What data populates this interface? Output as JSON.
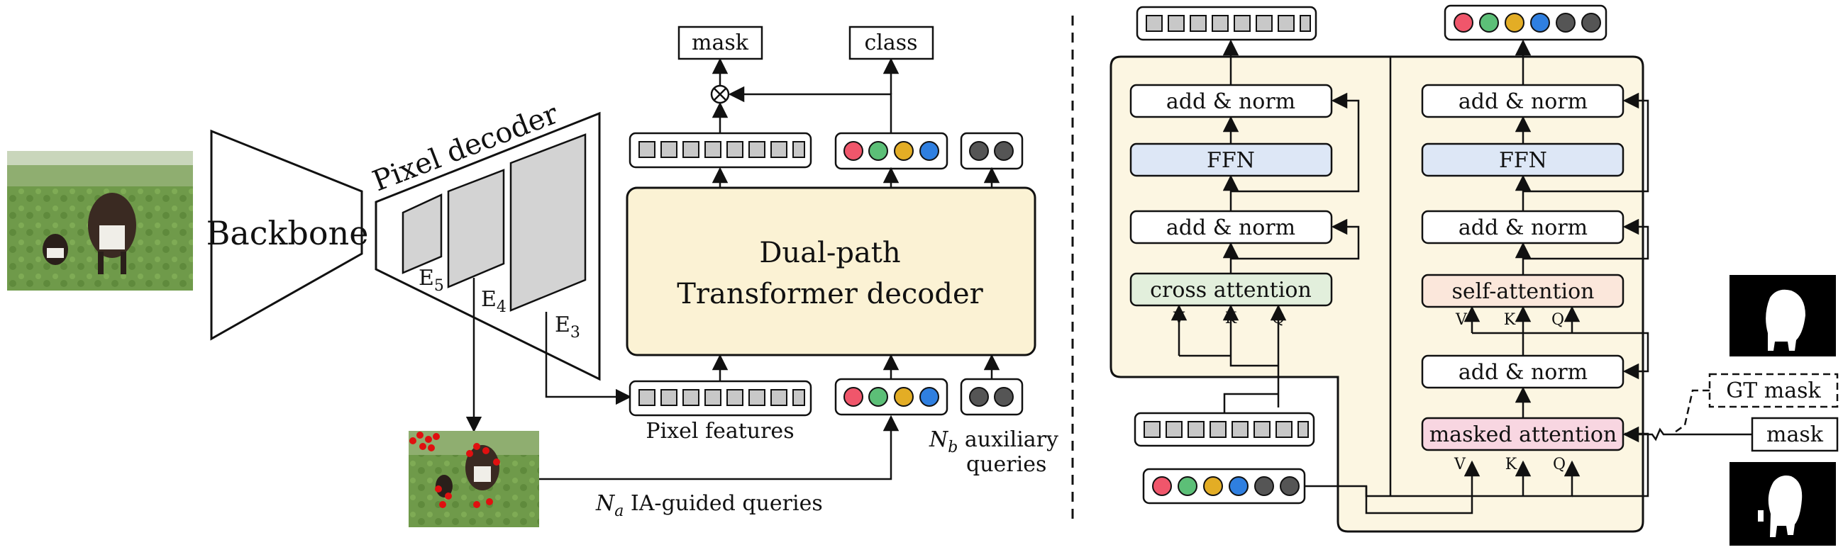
{
  "left": {
    "backbone_label": "Backbone",
    "pixel_decoder_label": "Pixel decoder",
    "stages": {
      "e5": "E",
      "e5_sub": "5",
      "e4": "E",
      "e4_sub": "4",
      "e3": "E",
      "e3_sub": "3"
    },
    "mask_label": "mask",
    "class_label": "class",
    "decoder_line1": "Dual-path",
    "decoder_line2": "Transformer decoder",
    "pixel_features_label": "Pixel features",
    "ia_queries_var": "N",
    "ia_queries_sub": "a",
    "ia_queries_text": " IA-guided queries",
    "aux_queries_var": "N",
    "aux_queries_sub": "b",
    "aux_queries_text": " auxiliary",
    "aux_queries_line2": "queries"
  },
  "right": {
    "left_column": {
      "add_norm_top": "add & norm",
      "ffn": "FFN",
      "add_norm_mid": "add & norm",
      "cross_attention": "cross attention"
    },
    "right_column": {
      "add_norm_top": "add & norm",
      "ffn": "FFN",
      "add_norm_mid": "add & norm",
      "self_attention": "self-attention",
      "add_norm_low": "add & norm",
      "masked_attention": "masked attention"
    },
    "vkq": [
      "V",
      "K",
      "Q"
    ],
    "gt_mask_label": "GT mask",
    "mask_label": "mask"
  },
  "colors": {
    "query_red": "#f0566b",
    "query_green": "#5cbf77",
    "query_yellow": "#e3ad25",
    "query_blue": "#2f7fe0",
    "query_dark": "#555555",
    "token_gray": "#c8c8c8",
    "decoder_fill": "#fbf2d4",
    "ffn_fill": "#dde7f6",
    "cross_fill": "#e2efdc",
    "self_fill": "#fbe7db",
    "masked_fill": "#f8d6e1",
    "panel_fill": "#fcf6e2",
    "stage_fill": "#d3d3d3"
  }
}
